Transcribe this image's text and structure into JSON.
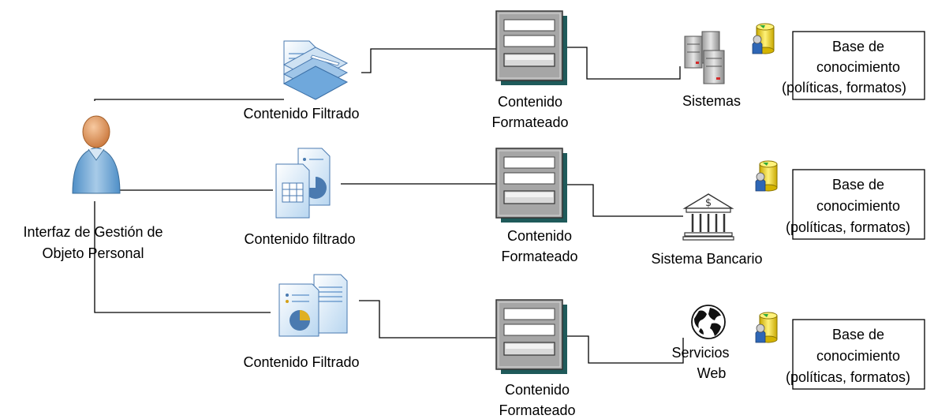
{
  "user": {
    "line1": "Interfaz de Gestión de",
    "line2": "Objeto Personal"
  },
  "rows": [
    {
      "docs_label": "Contenido Filtrado",
      "formatted_line1": "Contenido",
      "formatted_line2": "Formateado",
      "target_line1": "Sistemas",
      "target_line2": "",
      "kb_line1": "Base de",
      "kb_line2": "conocimiento",
      "kb_line3": "(políticas, formatos)"
    },
    {
      "docs_label": "Contenido filtrado",
      "formatted_line1": "Contenido",
      "formatted_line2": "Formateado",
      "target_line1": "Sistema Bancario",
      "target_line2": "",
      "kb_line1": "Base de",
      "kb_line2": "conocimiento",
      "kb_line3": "(políticas, formatos)"
    },
    {
      "docs_label": "Contenido Filtrado",
      "formatted_line1": "Contenido",
      "formatted_line2": "Formateado",
      "target_line1": "Servicios",
      "target_line2": "Web",
      "kb_line1": "Base de",
      "kb_line2": "conocimiento",
      "kb_line3": "(políticas, formatos)"
    }
  ],
  "icons": {
    "user": "person-icon",
    "docs_1": "stacked-documents-icon",
    "docs_2": "spreadsheet-chart-documents-icon",
    "docs_3": "report-pie-documents-icon",
    "formatted": "form-window-icon",
    "target_1": "servers-icon",
    "target_2": "bank-icon",
    "target_3": "globe-icon",
    "kb": "database-user-icon"
  },
  "colors": {
    "line": "#000000",
    "doc_blue": "#9fc5e8",
    "window_gray": "#a6a6a6",
    "shadow_teal": "#1f5a5a",
    "database_yellow": "#f5d800",
    "person_blue": "#6fa8dc",
    "person_skin": "#e59866"
  }
}
